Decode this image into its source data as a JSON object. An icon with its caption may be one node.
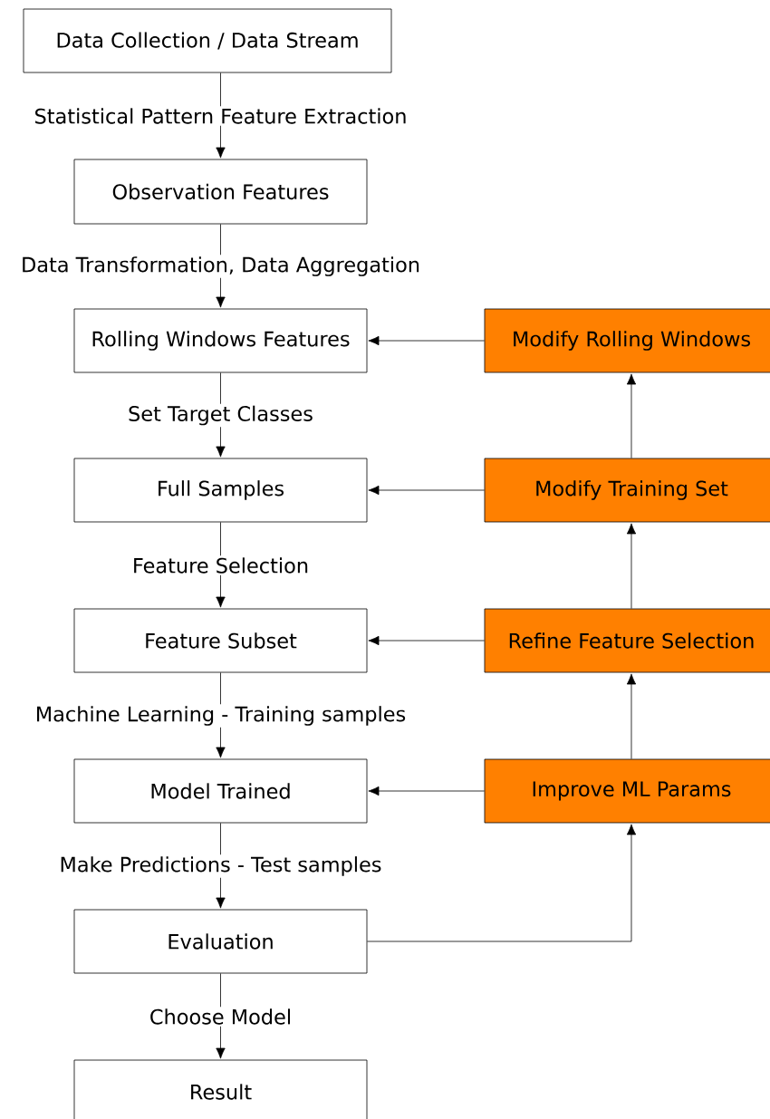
{
  "diagram": {
    "nodes": [
      {
        "text": [
          "Data Collection / Data Stream"
        ]
      },
      {
        "text": [
          "Observation Features"
        ]
      },
      {
        "text": [
          "Rolling Windows Features"
        ]
      },
      {
        "text": [
          "Full Samples"
        ]
      },
      {
        "text": [
          "Feature Subset"
        ]
      },
      {
        "text": [
          "Model Trained"
        ]
      },
      {
        "text": [
          "Evaluation"
        ]
      },
      {
        "text": [
          "Result"
        ]
      },
      {
        "text": [
          "Modify Rolling Windows"
        ]
      },
      {
        "text": [
          "Modify Training Set"
        ]
      },
      {
        "text": [
          "Refine Feature Selection"
        ]
      },
      {
        "text": [
          "Improve ML Params"
        ]
      }
    ],
    "edges": [
      {
        "from": 0,
        "to": 1,
        "arrow": "to",
        "label": "Statistical Pattern Feature Extraction"
      },
      {
        "from": 1,
        "to": 2,
        "arrow": "to",
        "label": "Data Transformation, Data Aggregation"
      },
      {
        "from": 2,
        "to": 3,
        "arrow": "to",
        "label": "Set Target Classes"
      },
      {
        "from": 3,
        "to": 4,
        "arrow": "to",
        "label": "Feature Selection"
      },
      {
        "from": 4,
        "to": 5,
        "arrow": "to",
        "label": "Machine Learning - Training samples"
      },
      {
        "from": 5,
        "to": 6,
        "arrow": "to",
        "label": "Make Predictions - Test samples"
      },
      {
        "from": 6,
        "to": 7,
        "arrow": "to",
        "label": "Choose Model"
      },
      {
        "from": 8,
        "to": 2,
        "arrow": "to"
      },
      {
        "from": 9,
        "to": 3,
        "arrow": "to"
      },
      {
        "from": 10,
        "to": 4,
        "arrow": "to"
      },
      {
        "from": 11,
        "to": 5,
        "arrow": "to"
      },
      {
        "from": 9,
        "to": 8,
        "arrow": "to"
      },
      {
        "from": 10,
        "to": 9,
        "arrow": "to"
      },
      {
        "from": 11,
        "to": 10,
        "arrow": "to"
      },
      {
        "from": 6,
        "to": 11,
        "arrow": "to"
      }
    ]
  }
}
